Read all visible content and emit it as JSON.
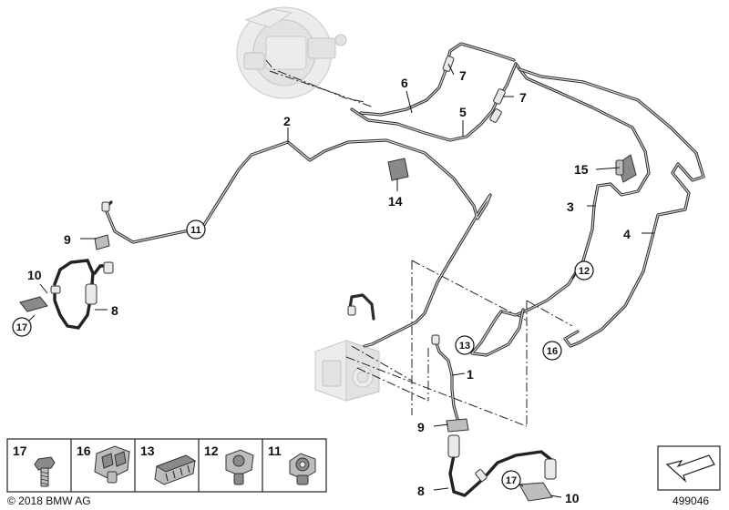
{
  "callouts": [
    {
      "id": "c1",
      "text": "1"
    },
    {
      "id": "c2",
      "text": "2"
    },
    {
      "id": "c3",
      "text": "3"
    },
    {
      "id": "c4",
      "text": "4"
    },
    {
      "id": "c5",
      "text": "5"
    },
    {
      "id": "c6",
      "text": "6"
    },
    {
      "id": "c7a",
      "text": "7"
    },
    {
      "id": "c7b",
      "text": "7"
    },
    {
      "id": "c8a",
      "text": "8"
    },
    {
      "id": "c8b",
      "text": "8"
    },
    {
      "id": "c9a",
      "text": "9"
    },
    {
      "id": "c9b",
      "text": "9"
    },
    {
      "id": "c10a",
      "text": "10"
    },
    {
      "id": "c10b",
      "text": "10"
    },
    {
      "id": "c14",
      "text": "14"
    },
    {
      "id": "c15",
      "text": "15"
    }
  ],
  "circled_callouts": [
    {
      "id": "cc11",
      "text": "11"
    },
    {
      "id": "cc12",
      "text": "12"
    },
    {
      "id": "cc13",
      "text": "13"
    },
    {
      "id": "cc16",
      "text": "16"
    },
    {
      "id": "cc17a",
      "text": "17"
    },
    {
      "id": "cc17b",
      "text": "17"
    }
  ],
  "legend": {
    "items": [
      {
        "number": "17",
        "part": "hex-bolt"
      },
      {
        "number": "16",
        "part": "double-pipe-clip"
      },
      {
        "number": "13",
        "part": "multi-pipe-clip"
      },
      {
        "number": "12",
        "part": "push-clip"
      },
      {
        "number": "11",
        "part": "pipe-clip"
      }
    ]
  },
  "copyright": "© 2018 BMW AG",
  "diagram_number": "499046",
  "colors": {
    "line": "#2b2b2b",
    "ghost_part": "#ececec",
    "text": "#111111"
  }
}
